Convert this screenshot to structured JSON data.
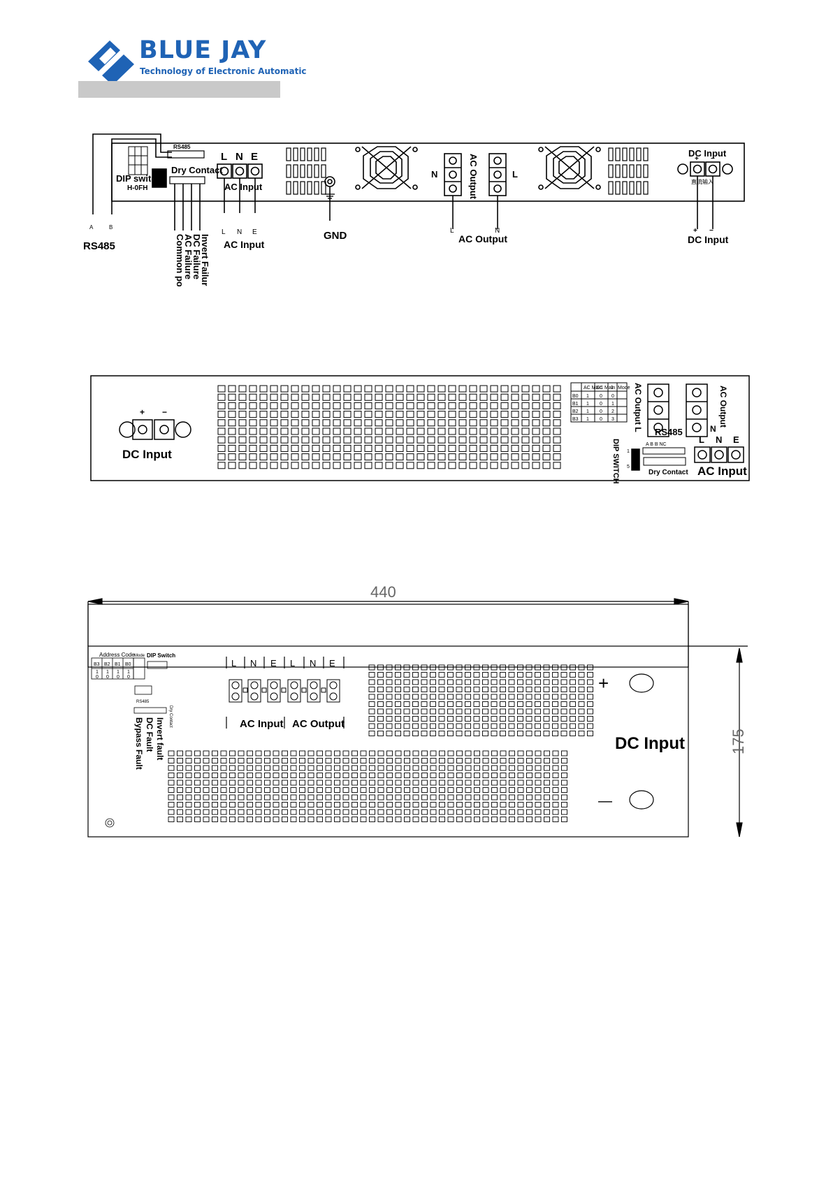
{
  "header": {
    "brand": "BLUE JAY",
    "tagline": "Technology of Electronic Automatic",
    "brand_color": "#1f63b5"
  },
  "panel1": {
    "rs485": "RS485",
    "rs485_a": "A",
    "rs485_b": "B",
    "rs485_port": "RS485",
    "dip_switch": "DIP switch",
    "dip_sub": "H-0FH",
    "dry_contact": "Dry Contact",
    "contacts": [
      "Common point",
      "AC Failure",
      "DC Failure",
      "Invert Failure"
    ],
    "ac_in_terminals": [
      "L",
      "N",
      "E"
    ],
    "ac_input_inner": "AC Input",
    "ac_input_under": "AC Input",
    "gnd": "GND",
    "ac_output_vertical": "AC Output",
    "ac_output_n": "N",
    "ac_output_l": "L",
    "ac_output_under": "AC Output",
    "dc_input_top": "DC Input",
    "dc_input_bottom": "DC Input",
    "dc_plus": "+",
    "dc_minus": "−",
    "dc_cn": "直流输入"
  },
  "panel2": {
    "dc_input": "DC Input",
    "plus": "+",
    "minus": "−",
    "table_headers": [
      "",
      "AC Main",
      "DC Main",
      "1",
      "Mode"
    ],
    "table_rows": [
      [
        "B0",
        "1",
        "0",
        "0"
      ],
      [
        "B1",
        "1",
        "0",
        "1"
      ],
      [
        "B2",
        "1",
        "0",
        "2"
      ],
      [
        "B3",
        "1",
        "0",
        "3"
      ]
    ],
    "ac_output_l": "AC Output L",
    "ac_output_r": "AC Output",
    "n_label": "N",
    "rs485": "RS485",
    "rs485_pins": "A  B  B  NC",
    "dip": "DIP SWITCH",
    "dip_pin_1": "1",
    "dip_pin_5": "5",
    "dry_contact": "Dry Contact",
    "ac_in_terminals": [
      "L",
      "N",
      "E"
    ],
    "ac_input": "AC Input"
  },
  "panel3": {
    "width_dim": "440",
    "height_dim": "175",
    "address_code": "Address Code",
    "addr_bits": [
      "B3",
      "B2",
      "B1",
      "B0"
    ],
    "addr_row1": [
      "1",
      "1",
      "1",
      "1"
    ],
    "addr_row2": [
      "0",
      "0",
      "0",
      "0"
    ],
    "mode": "Mode",
    "dip_switch": "DIP Switch",
    "rs485": "RS485",
    "dry_contact": "Dry Contact",
    "faults": [
      "Bypass Fault",
      "DC Fault",
      "Invert fault"
    ],
    "terminals": [
      "L",
      "N",
      "E",
      "L",
      "N",
      "E"
    ],
    "ac_input": "AC Input",
    "ac_output": "AC Output",
    "plus": "+",
    "minus": "—",
    "dc_input": "DC Input"
  }
}
